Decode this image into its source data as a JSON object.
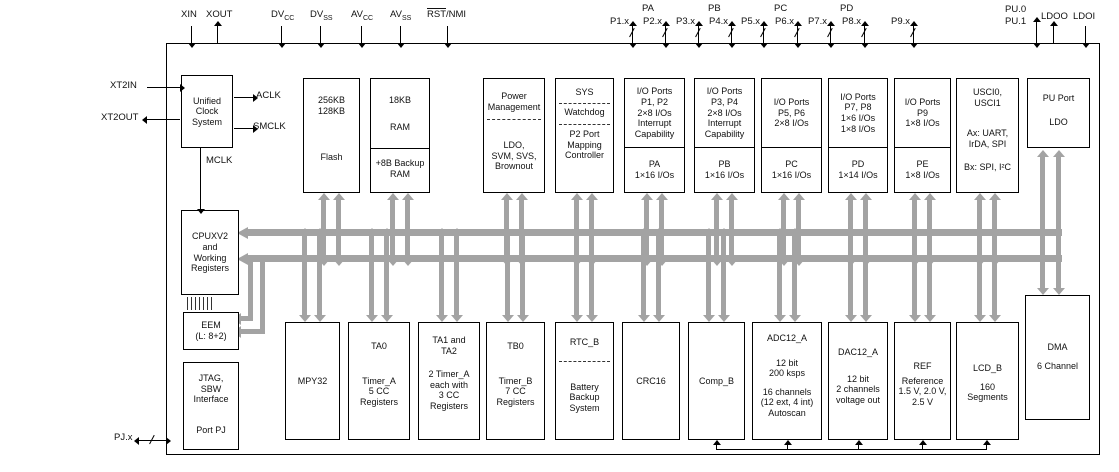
{
  "pins": {
    "xin": "XIN",
    "xout": "XOUT",
    "dvcc": {
      "base": "DV",
      "sub": "CC"
    },
    "dvss": {
      "base": "DV",
      "sub": "SS"
    },
    "avcc": {
      "base": "AV",
      "sub": "CC"
    },
    "avss": {
      "base": "AV",
      "sub": "SS"
    },
    "rst": {
      "over": "RST",
      "rest": "/NMI"
    },
    "pa": "PA",
    "pb": "PB",
    "pc": "PC",
    "pd": "PD",
    "p1x": "P1.x",
    "p2x": "P2.x",
    "p3x": "P3.x",
    "p4x": "P4.x",
    "p5x": "P5.x",
    "p6x": "P6.x",
    "p7x": "P7.x",
    "p8x": "P8.x",
    "p9x": "P9.x",
    "pu0": "PU.0",
    "pu1": "PU.1",
    "ldoo": "LDOO",
    "ldoi": "LDOI",
    "xt2in": "XT2IN",
    "xt2out": "XT2OUT",
    "pjx": "PJ.x"
  },
  "clock": {
    "name": "Unified\nClock\nSystem",
    "aclk": "ACLK",
    "smclk": "SMCLK",
    "mclk": "MCLK"
  },
  "blocks": {
    "flash": {
      "size": "256KB\n128KB",
      "name": "Flash"
    },
    "ram": {
      "size": "18KB",
      "name": "RAM",
      "backup": "+8B Backup\nRAM"
    },
    "power": {
      "name": "Power\nManagement",
      "detail": "LDO,\nSVM, SVS,\nBrownout"
    },
    "sys": {
      "name": "SYS",
      "watchdog": "Watchdog",
      "portmap": "P2 Port\nMapping\nController"
    },
    "port12": {
      "top": "I/O Ports\nP1, P2\n2×8 I/Os\nInterrupt\nCapability",
      "bottom": "PA\n1×16 I/Os"
    },
    "port34": {
      "top": "I/O Ports\nP3, P4\n2×8 I/Os\nInterrupt\nCapability",
      "bottom": "PB\n1×16 I/Os"
    },
    "port56": {
      "top": "I/O Ports\nP5, P6\n2×8 I/Os",
      "bottom": "PC\n1×16 I/Os"
    },
    "port78": {
      "top": "I/O Ports\nP7, P8\n1×6 I/Os\n1×8 I/Os",
      "bottom": "PD\n1×14 I/Os"
    },
    "port9": {
      "top": "I/O Ports\nP9\n1×8 I/Os",
      "bottom": "PE\n1×8 I/Os"
    },
    "usci": {
      "name": "USCI0,\nUSCI1",
      "a": "Ax: UART,\nIrDA, SPI",
      "b": "Bx: SPI, I²C"
    },
    "puport": {
      "name": "PU Port",
      "ldo": "LDO"
    },
    "cpu": {
      "name": "CPUXV2\nand\nWorking\nRegisters"
    },
    "eem": {
      "name": "EEM\n(L: 8+2)"
    },
    "jtag": {
      "name": "JTAG,\nSBW\nInterface",
      "port": "Port PJ"
    },
    "mpy": {
      "name": "MPY32"
    },
    "ta0": {
      "name": "TA0",
      "detail": "Timer_A\n5 CC\nRegisters"
    },
    "ta12": {
      "name": "TA1 and\nTA2",
      "detail": "2 Timer_A\neach with\n3 CC\nRegisters"
    },
    "tb0": {
      "name": "TB0",
      "detail": "Timer_B\n7 CC\nRegisters"
    },
    "rtc": {
      "name": "RTC_B",
      "detail": "Battery\nBackup\nSystem"
    },
    "crc": {
      "name": "CRC16"
    },
    "comp": {
      "name": "Comp_B"
    },
    "adc": {
      "name": "ADC12_A",
      "spec": "12 bit\n200 ksps",
      "detail": "16 channels\n(12 ext, 4 int)\nAutoscan"
    },
    "dac": {
      "name": "DAC12_A",
      "detail": "12 bit\n2 channels\nvoltage out"
    },
    "ref": {
      "name": "REF",
      "detail": "Reference\n1.5 V, 2.0 V,\n2.5 V"
    },
    "lcd": {
      "name": "LCD_B",
      "detail": "160\nSegments"
    },
    "dma": {
      "name": "DMA",
      "detail": "6 Channel"
    }
  }
}
